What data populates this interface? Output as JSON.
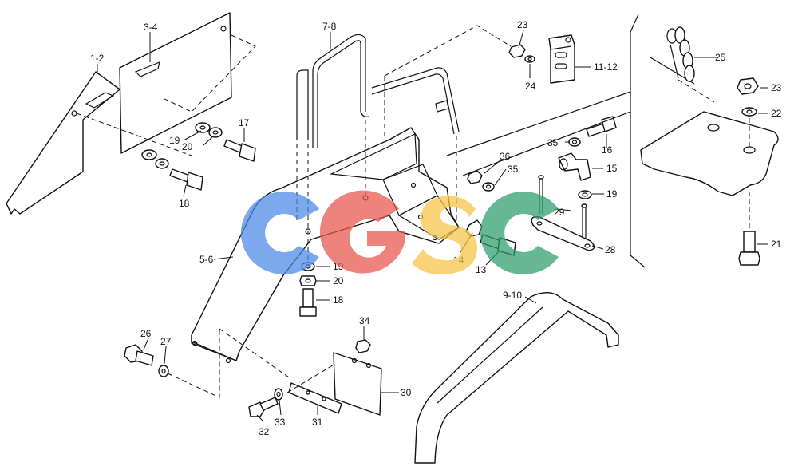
{
  "diagram": {
    "callouts": {
      "c1_2": "1-2",
      "c3_4": "3-4",
      "c5_6": "5-6",
      "c7_8": "7-8",
      "c9_10": "9-10",
      "c11_12": "11-12",
      "c13": "13",
      "c14": "14",
      "c15": "15",
      "c16": "16",
      "c17": "17",
      "c18a": "18",
      "c18b": "18",
      "c19a": "19",
      "c19b": "19",
      "c19c": "19",
      "c20a": "20",
      "c20b": "20",
      "c21": "21",
      "c22": "22",
      "c23a": "23",
      "c23b": "23",
      "c24": "24",
      "c25": "25",
      "c26": "26",
      "c27": "27",
      "c28": "28",
      "c29": "29",
      "c30": "30",
      "c31": "31",
      "c32": "32",
      "c33": "33",
      "c34": "34",
      "c35a": "35",
      "c35b": "35",
      "c36": "36"
    },
    "watermark": {
      "letters": [
        "C",
        "G",
        "S",
        "C"
      ],
      "colors": [
        "#4a86e8",
        "#e8534a",
        "#f6c343",
        "#2a9d6a"
      ]
    }
  }
}
